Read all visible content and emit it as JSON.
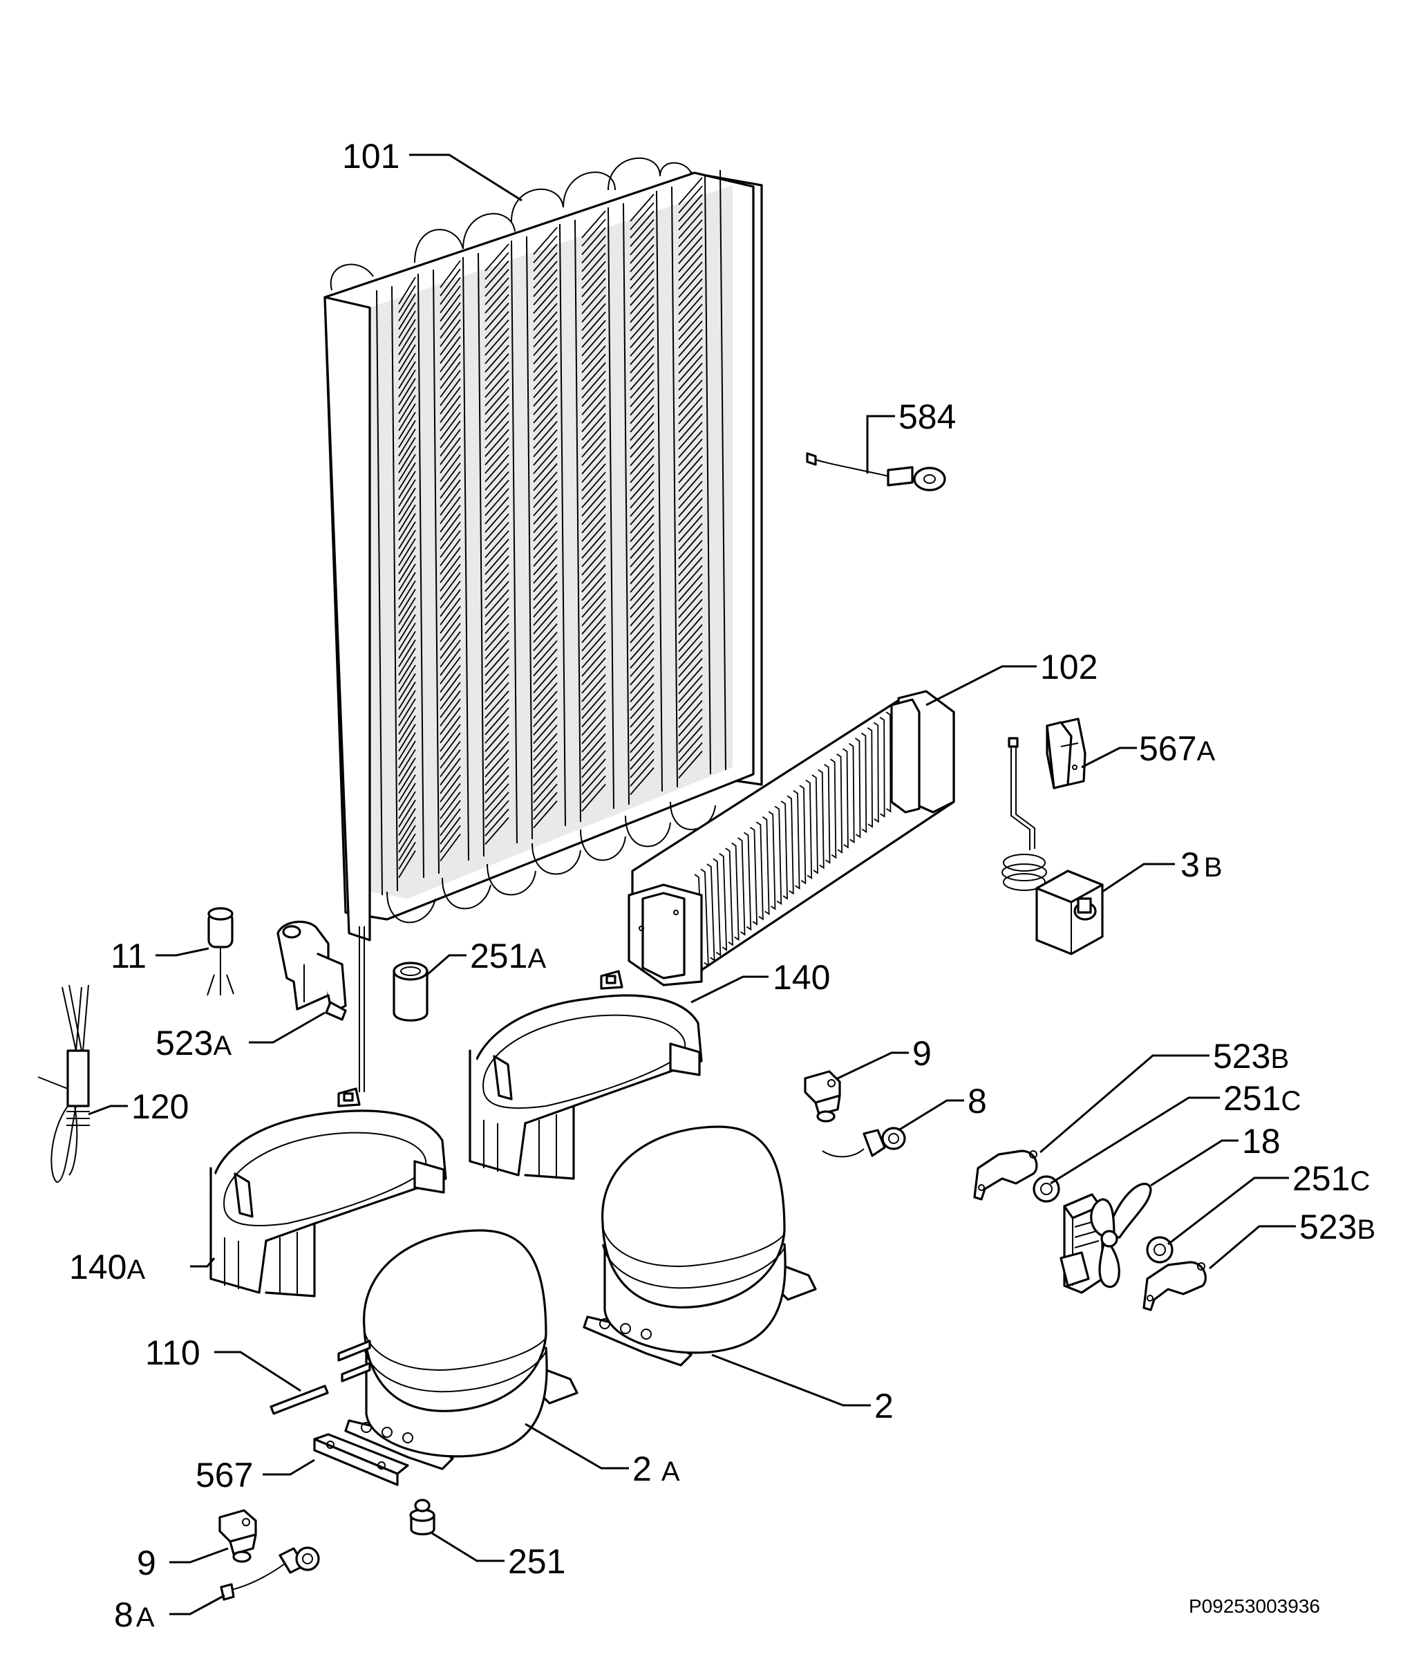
{
  "drawing_code": "P09253003936",
  "labels": {
    "l101": "101",
    "l584": "584",
    "l102": "102",
    "l567A": "567",
    "l567A_s": "A",
    "l3B": "3",
    "l3B_s": "B",
    "l11": "11",
    "l251A": "251",
    "l251A_s": "A",
    "l523A": "523",
    "l523A_s": "A",
    "l140": "140",
    "l120": "120",
    "l9a": "9",
    "l8": "8",
    "l523Ba": "523",
    "l523Ba_s": "B",
    "l251Ca": "251",
    "l251Ca_s": "C",
    "l18": "18",
    "l251Cb": "251",
    "l251Cb_s": "C",
    "l523Bb": "523",
    "l523Bb_s": "B",
    "l140A": "140",
    "l140A_s": "A",
    "l110": "110",
    "l2": "2",
    "l567": "567",
    "l2A": "2",
    "l2A_s": "A",
    "l9b": "9",
    "l251": "251",
    "l8A": "8",
    "l8A_s": "A"
  }
}
